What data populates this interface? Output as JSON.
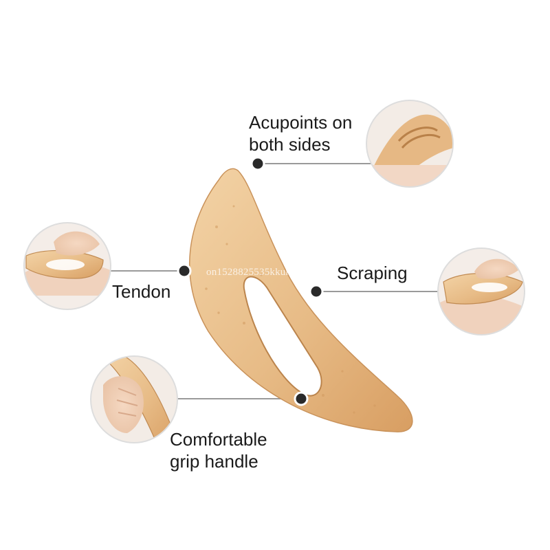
{
  "labels": {
    "acupoints_line1": "Acupoints on",
    "acupoints_line2": "both sides",
    "tendon": "Tendon",
    "scraping": "Scraping",
    "grip_line1": "Comfortable",
    "grip_line2": "grip handle"
  },
  "watermark": "on1528825535kkur",
  "colors": {
    "wood_light": "#f1cfa0",
    "wood_mid": "#e2b177",
    "wood_dark": "#c88e53",
    "skin": "#efcbb0",
    "marker": "#2a2a2a",
    "leader_line": "#9a9a9a",
    "background": "#ffffff"
  }
}
